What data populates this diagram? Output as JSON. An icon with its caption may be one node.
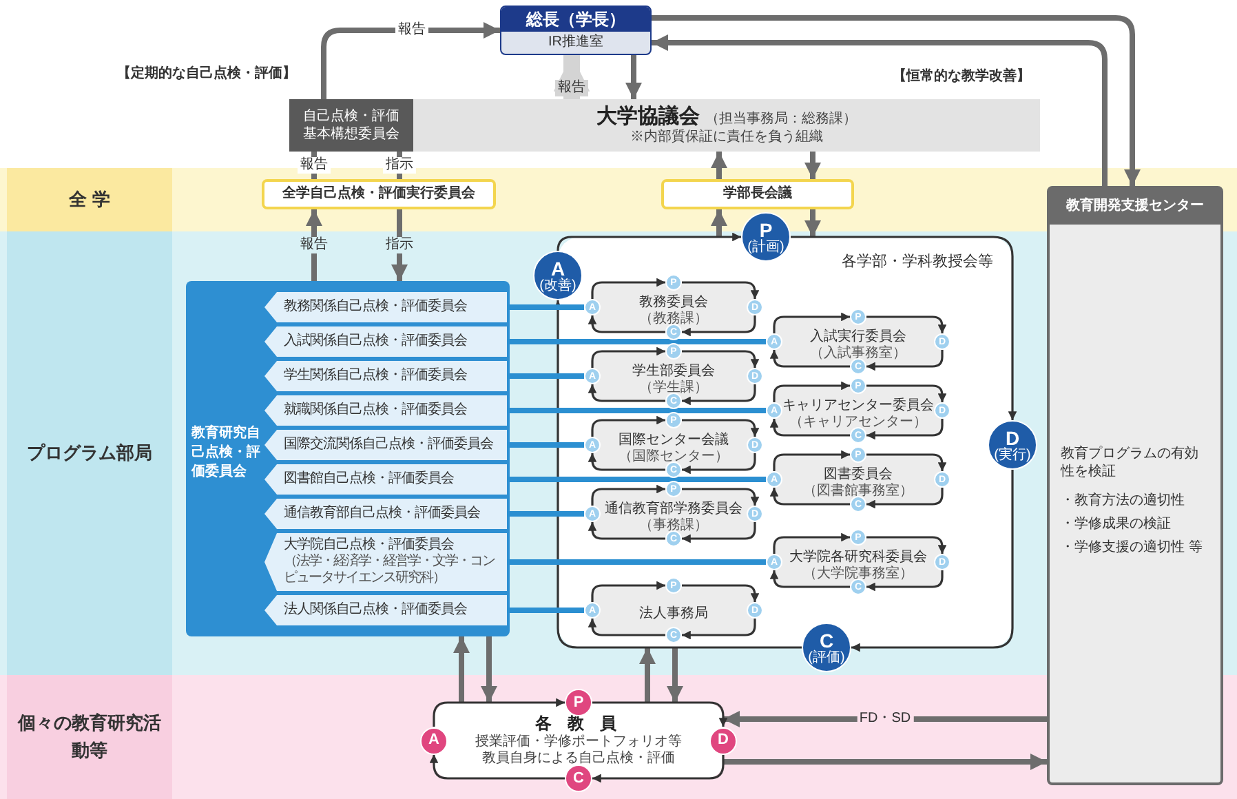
{
  "diagram": {
    "nodes": [
      {
        "text": [
          "総長（学長）",
          "IR推進室"
        ]
      },
      {
        "text": [
          "自己点検・評価基本構想委員会"
        ]
      },
      {
        "text": [
          "大学協議会",
          "（担当事務局：総務課）",
          "※内部質保証に責任を負う組織"
        ]
      },
      {
        "text": [
          "全 学"
        ]
      },
      {
        "text": [
          "全学自己点検・評価実行委員会"
        ]
      },
      {
        "text": [
          "学部長会議"
        ]
      },
      {
        "text": [
          "教育開発支援センター",
          "教育プログラムの有効性を検証",
          "・教育方法の適切性",
          "・学修成果の検証",
          "・学修支援の適切性 等"
        ]
      },
      {
        "text": [
          "プログラム部局"
        ]
      },
      {
        "text": [
          "教育研究自己点検・評価委員会"
        ]
      },
      {
        "text": [
          "教務関係自己点検・評価委員会"
        ],
        "in": 8
      },
      {
        "text": [
          "入試関係自己点検・評価委員会"
        ],
        "in": 8
      },
      {
        "text": [
          "学生関係自己点検・評価委員会"
        ],
        "in": 8
      },
      {
        "text": [
          "就職関係自己点検・評価委員会"
        ],
        "in": 8
      },
      {
        "text": [
          "国際交流関係自己点検・評価委員会"
        ],
        "in": 8
      },
      {
        "text": [
          "図書館自己点検・評価委員会"
        ],
        "in": 8
      },
      {
        "text": [
          "通信教育部自己点検・評価委員会"
        ],
        "in": 8
      },
      {
        "text": [
          "大学院自己点検・評価委員会",
          "（法学・経済学・経営学・文学・コンピュータサイエンス研究科）"
        ],
        "in": 8
      },
      {
        "text": [
          "法人関係自己点検・評価委員会"
        ],
        "in": 8
      },
      {
        "text": [
          "各学部・学科教授会等"
        ]
      },
      {
        "text": [
          "P",
          "(計画)"
        ]
      },
      {
        "text": [
          "D",
          "(実行)"
        ]
      },
      {
        "text": [
          "C",
          "(評価)"
        ]
      },
      {
        "text": [
          "A",
          "(改善)"
        ]
      },
      {
        "text": [
          "教務委員会",
          "（教務課）"
        ],
        "in": 18
      },
      {
        "text": [
          "P"
        ],
        "in": 18
      },
      {
        "text": [
          "D"
        ],
        "in": 18
      },
      {
        "text": [
          "C"
        ],
        "in": 18
      },
      {
        "text": [
          "A"
        ],
        "in": 18
      },
      {
        "text": [
          "入試実行委員会",
          "（入試事務室）"
        ],
        "in": 18
      },
      {
        "text": [
          "P"
        ],
        "in": 18
      },
      {
        "text": [
          "D"
        ],
        "in": 18
      },
      {
        "text": [
          "C"
        ],
        "in": 18
      },
      {
        "text": [
          "A"
        ],
        "in": 18
      },
      {
        "text": [
          "学生部委員会",
          "（学生課）"
        ],
        "in": 18
      },
      {
        "text": [
          "P"
        ],
        "in": 18
      },
      {
        "text": [
          "D"
        ],
        "in": 18
      },
      {
        "text": [
          "C"
        ],
        "in": 18
      },
      {
        "text": [
          "A"
        ],
        "in": 18
      },
      {
        "text": [
          "キャリアセンター委員会",
          "（キャリアセンター）"
        ],
        "in": 18
      },
      {
        "text": [
          "P"
        ],
        "in": 18
      },
      {
        "text": [
          "D"
        ],
        "in": 18
      },
      {
        "text": [
          "C"
        ],
        "in": 18
      },
      {
        "text": [
          "A"
        ],
        "in": 18
      },
      {
        "text": [
          "国際センター会議",
          "（国際センター）"
        ],
        "in": 18
      },
      {
        "text": [
          "P"
        ],
        "in": 18
      },
      {
        "text": [
          "D"
        ],
        "in": 18
      },
      {
        "text": [
          "C"
        ],
        "in": 18
      },
      {
        "text": [
          "A"
        ],
        "in": 18
      },
      {
        "text": [
          "図書委員会",
          "（図書館事務室）"
        ],
        "in": 18
      },
      {
        "text": [
          "P"
        ],
        "in": 18
      },
      {
        "text": [
          "D"
        ],
        "in": 18
      },
      {
        "text": [
          "C"
        ],
        "in": 18
      },
      {
        "text": [
          "A"
        ],
        "in": 18
      },
      {
        "text": [
          "通信教育部学務委員会",
          "（事務課）"
        ],
        "in": 18
      },
      {
        "text": [
          "P"
        ],
        "in": 18
      },
      {
        "text": [
          "D"
        ],
        "in": 18
      },
      {
        "text": [
          "C"
        ],
        "in": 18
      },
      {
        "text": [
          "A"
        ],
        "in": 18
      },
      {
        "text": [
          "大学院各研究科委員会",
          "（大学院事務室）"
        ],
        "in": 18
      },
      {
        "text": [
          "P"
        ],
        "in": 18
      },
      {
        "text": [
          "D"
        ],
        "in": 18
      },
      {
        "text": [
          "C"
        ],
        "in": 18
      },
      {
        "text": [
          "A"
        ],
        "in": 18
      },
      {
        "text": [
          "法人事務局"
        ],
        "in": 18
      },
      {
        "text": [
          "P"
        ],
        "in": 18
      },
      {
        "text": [
          "D"
        ],
        "in": 18
      },
      {
        "text": [
          "C"
        ],
        "in": 18
      },
      {
        "text": [
          "A"
        ],
        "in": 18
      },
      {
        "text": [
          "個々の教育研究活動等"
        ]
      },
      {
        "text": [
          "各 教 員",
          "授業評価・学修ポートフォリオ等",
          "教員自身による自己点検・評価"
        ]
      },
      {
        "text": [
          "P"
        ]
      },
      {
        "text": [
          "D"
        ]
      },
      {
        "text": [
          "C"
        ]
      },
      {
        "text": [
          "A"
        ]
      }
    ],
    "edges": [
      {
        "from": 1,
        "to": 0,
        "arrow": "to",
        "label": "報告",
        "style": "thick",
        "color": "#6d6d6d"
      },
      {
        "from": 2,
        "to": 0,
        "arrow": "to",
        "label": "報告",
        "style": "thick",
        "color": "#d4d4d4"
      },
      {
        "from": 0,
        "to": 2,
        "arrow": "to",
        "style": "thick",
        "color": "#6d6d6d"
      },
      {
        "from": 0,
        "to": 6,
        "arrow": "to",
        "style": "thick",
        "color": "#6d6d6d"
      },
      {
        "from": 6,
        "to": 0,
        "arrow": "to",
        "style": "thick",
        "color": "#6d6d6d"
      },
      {
        "from": 4,
        "to": 1,
        "arrow": "to",
        "label": "報告",
        "style": "thick",
        "color": "#6d6d6d"
      },
      {
        "from": 1,
        "to": 4,
        "arrow": "to",
        "label": "指示",
        "style": "thick",
        "color": "#6d6d6d"
      },
      {
        "from": 8,
        "to": 4,
        "arrow": "to",
        "label": "報告",
        "style": "thick",
        "color": "#6d6d6d"
      },
      {
        "from": 4,
        "to": 8,
        "arrow": "to",
        "label": "指示",
        "style": "thick",
        "color": "#6d6d6d"
      },
      {
        "from": 5,
        "to": 2,
        "arrow": "to",
        "style": "thick",
        "color": "#6d6d6d"
      },
      {
        "from": 2,
        "to": 5,
        "arrow": "to",
        "style": "thick",
        "color": "#6d6d6d"
      },
      {
        "from": 18,
        "to": 5,
        "arrow": "to",
        "style": "thick",
        "color": "#6d6d6d"
      },
      {
        "from": 5,
        "to": 18,
        "arrow": "to",
        "style": "thick",
        "color": "#6d6d6d"
      },
      {
        "from": 69,
        "to": 8,
        "arrow": "to",
        "style": "thick",
        "color": "#6d6d6d"
      },
      {
        "from": 8,
        "to": 69,
        "arrow": "to",
        "style": "thick",
        "color": "#6d6d6d"
      },
      {
        "from": 69,
        "to": 18,
        "arrow": "to",
        "style": "thick",
        "color": "#6d6d6d"
      },
      {
        "from": 18,
        "to": 69,
        "arrow": "to",
        "style": "thick",
        "color": "#6d6d6d"
      },
      {
        "from": 6,
        "to": 69,
        "arrow": "to",
        "label": "FD・SD",
        "style": "thick",
        "color": "#6d6d6d"
      },
      {
        "from": 69,
        "to": 6,
        "arrow": "to",
        "style": "thick",
        "color": "#6d6d6d"
      },
      {
        "from": 19,
        "to": 20,
        "arrow": "to"
      },
      {
        "from": 20,
        "to": 21,
        "arrow": "to"
      },
      {
        "from": 21,
        "to": 22,
        "arrow": "to"
      },
      {
        "from": 22,
        "to": 19,
        "arrow": "to"
      },
      {
        "from": 9,
        "to": 27,
        "arrow": "none",
        "style": "thick",
        "color": "#2b8fd1"
      },
      {
        "from": 10,
        "to": 32,
        "arrow": "none",
        "style": "thick",
        "color": "#2b8fd1"
      },
      {
        "from": 11,
        "to": 37,
        "arrow": "none",
        "style": "thick",
        "color": "#2b8fd1"
      },
      {
        "from": 12,
        "to": 42,
        "arrow": "none",
        "style": "thick",
        "color": "#2b8fd1"
      },
      {
        "from": 13,
        "to": 47,
        "arrow": "none",
        "style": "thick",
        "color": "#2b8fd1"
      },
      {
        "from": 14,
        "to": 52,
        "arrow": "none",
        "style": "thick",
        "color": "#2b8fd1"
      },
      {
        "from": 15,
        "to": 57,
        "arrow": "none",
        "style": "thick",
        "color": "#2b8fd1"
      },
      {
        "from": 16,
        "to": 62,
        "arrow": "none",
        "style": "thick",
        "color": "#2b8fd1"
      },
      {
        "from": 17,
        "to": 67,
        "arrow": "none",
        "style": "thick",
        "color": "#2b8fd1"
      },
      {
        "from": 24,
        "to": 25,
        "arrow": "to"
      },
      {
        "from": 25,
        "to": 26,
        "arrow": "to"
      },
      {
        "from": 26,
        "to": 27,
        "arrow": "to"
      },
      {
        "from": 27,
        "to": 24,
        "arrow": "to"
      },
      {
        "from": 29,
        "to": 30,
        "arrow": "to"
      },
      {
        "from": 30,
        "to": 31,
        "arrow": "to"
      },
      {
        "from": 31,
        "to": 32,
        "arrow": "to"
      },
      {
        "from": 32,
        "to": 29,
        "arrow": "to"
      },
      {
        "from": 34,
        "to": 35,
        "arrow": "to"
      },
      {
        "from": 35,
        "to": 36,
        "arrow": "to"
      },
      {
        "from": 36,
        "to": 37,
        "arrow": "to"
      },
      {
        "from": 37,
        "to": 34,
        "arrow": "to"
      },
      {
        "from": 39,
        "to": 40,
        "arrow": "to"
      },
      {
        "from": 40,
        "to": 41,
        "arrow": "to"
      },
      {
        "from": 41,
        "to": 42,
        "arrow": "to"
      },
      {
        "from": 42,
        "to": 39,
        "arrow": "to"
      },
      {
        "from": 44,
        "to": 45,
        "arrow": "to"
      },
      {
        "from": 45,
        "to": 46,
        "arrow": "to"
      },
      {
        "from": 46,
        "to": 47,
        "arrow": "to"
      },
      {
        "from": 47,
        "to": 44,
        "arrow": "to"
      },
      {
        "from": 49,
        "to": 50,
        "arrow": "to"
      },
      {
        "from": 50,
        "to": 51,
        "arrow": "to"
      },
      {
        "from": 51,
        "to": 52,
        "arrow": "to"
      },
      {
        "from": 52,
        "to": 49,
        "arrow": "to"
      },
      {
        "from": 54,
        "to": 55,
        "arrow": "to"
      },
      {
        "from": 55,
        "to": 56,
        "arrow": "to"
      },
      {
        "from": 56,
        "to": 57,
        "arrow": "to"
      },
      {
        "from": 57,
        "to": 54,
        "arrow": "to"
      },
      {
        "from": 59,
        "to": 60,
        "arrow": "to"
      },
      {
        "from": 60,
        "to": 61,
        "arrow": "to"
      },
      {
        "from": 61,
        "to": 62,
        "arrow": "to"
      },
      {
        "from": 62,
        "to": 59,
        "arrow": "to"
      },
      {
        "from": 64,
        "to": 65,
        "arrow": "to"
      },
      {
        "from": 65,
        "to": 66,
        "arrow": "to"
      },
      {
        "from": 66,
        "to": 67,
        "arrow": "to"
      },
      {
        "from": 67,
        "to": 64,
        "arrow": "to"
      },
      {
        "from": 70,
        "to": 71,
        "arrow": "to"
      },
      {
        "from": 71,
        "to": 72,
        "arrow": "to"
      },
      {
        "from": 72,
        "to": 73,
        "arrow": "to"
      },
      {
        "from": 73,
        "to": 70,
        "arrow": "to"
      }
    ],
    "labels": [
      "【定期的な自己点検・評価】",
      "【恒常的な教学改善】"
    ]
  }
}
